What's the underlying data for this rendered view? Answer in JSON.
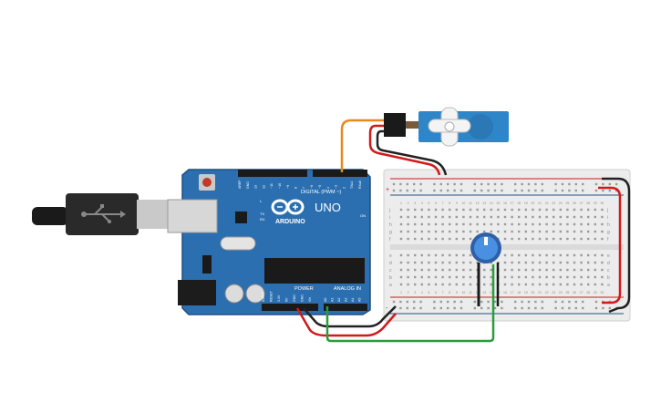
{
  "arduino": {
    "brand": "ARDUINO",
    "model": "UNO",
    "digital_header_label": "DIGITAL (PWM ~)",
    "power_header_label": "POWER",
    "analog_header_label": "ANALOG IN",
    "led_labels": [
      "L",
      "TX",
      "RX",
      "ON"
    ],
    "digital_pins": [
      "AREF",
      "GND",
      "13",
      "12",
      "~11",
      "~10",
      "~9",
      "8",
      "7",
      "~6",
      "~5",
      "4",
      "~3",
      "2",
      "TX▸1",
      "RX◂0"
    ],
    "power_pins": [
      "IOREF",
      "RESET",
      "3.3V",
      "5V",
      "GND",
      "GND",
      "Vin"
    ],
    "analog_pins": [
      "A0",
      "A1",
      "A2",
      "A3",
      "A4",
      "A5"
    ]
  },
  "breadboard": {
    "row_letters_top": [
      "j",
      "i",
      "h",
      "g",
      "f"
    ],
    "row_letters_bottom": [
      "e",
      "d",
      "c",
      "b",
      "a"
    ],
    "column_numbers": [
      "1",
      "2",
      "3",
      "4",
      "5",
      "6",
      "7",
      "8",
      "9",
      "10",
      "11",
      "12",
      "13",
      "14",
      "15",
      "16",
      "17",
      "18",
      "19",
      "20",
      "21",
      "22",
      "23",
      "24",
      "25",
      "26",
      "27",
      "28",
      "29",
      "30"
    ],
    "rail_plus": "+",
    "rail_minus": "-"
  },
  "wires": {
    "signal_color": "#e8891a",
    "power_color": "#d11a1a",
    "ground_color": "#222222",
    "analog_color": "#2a9d3a"
  },
  "colors": {
    "board": "#2b6fb0",
    "board_dark": "#1f4f82",
    "servo": "#2e86c9",
    "pot": "#3a7fd0"
  }
}
